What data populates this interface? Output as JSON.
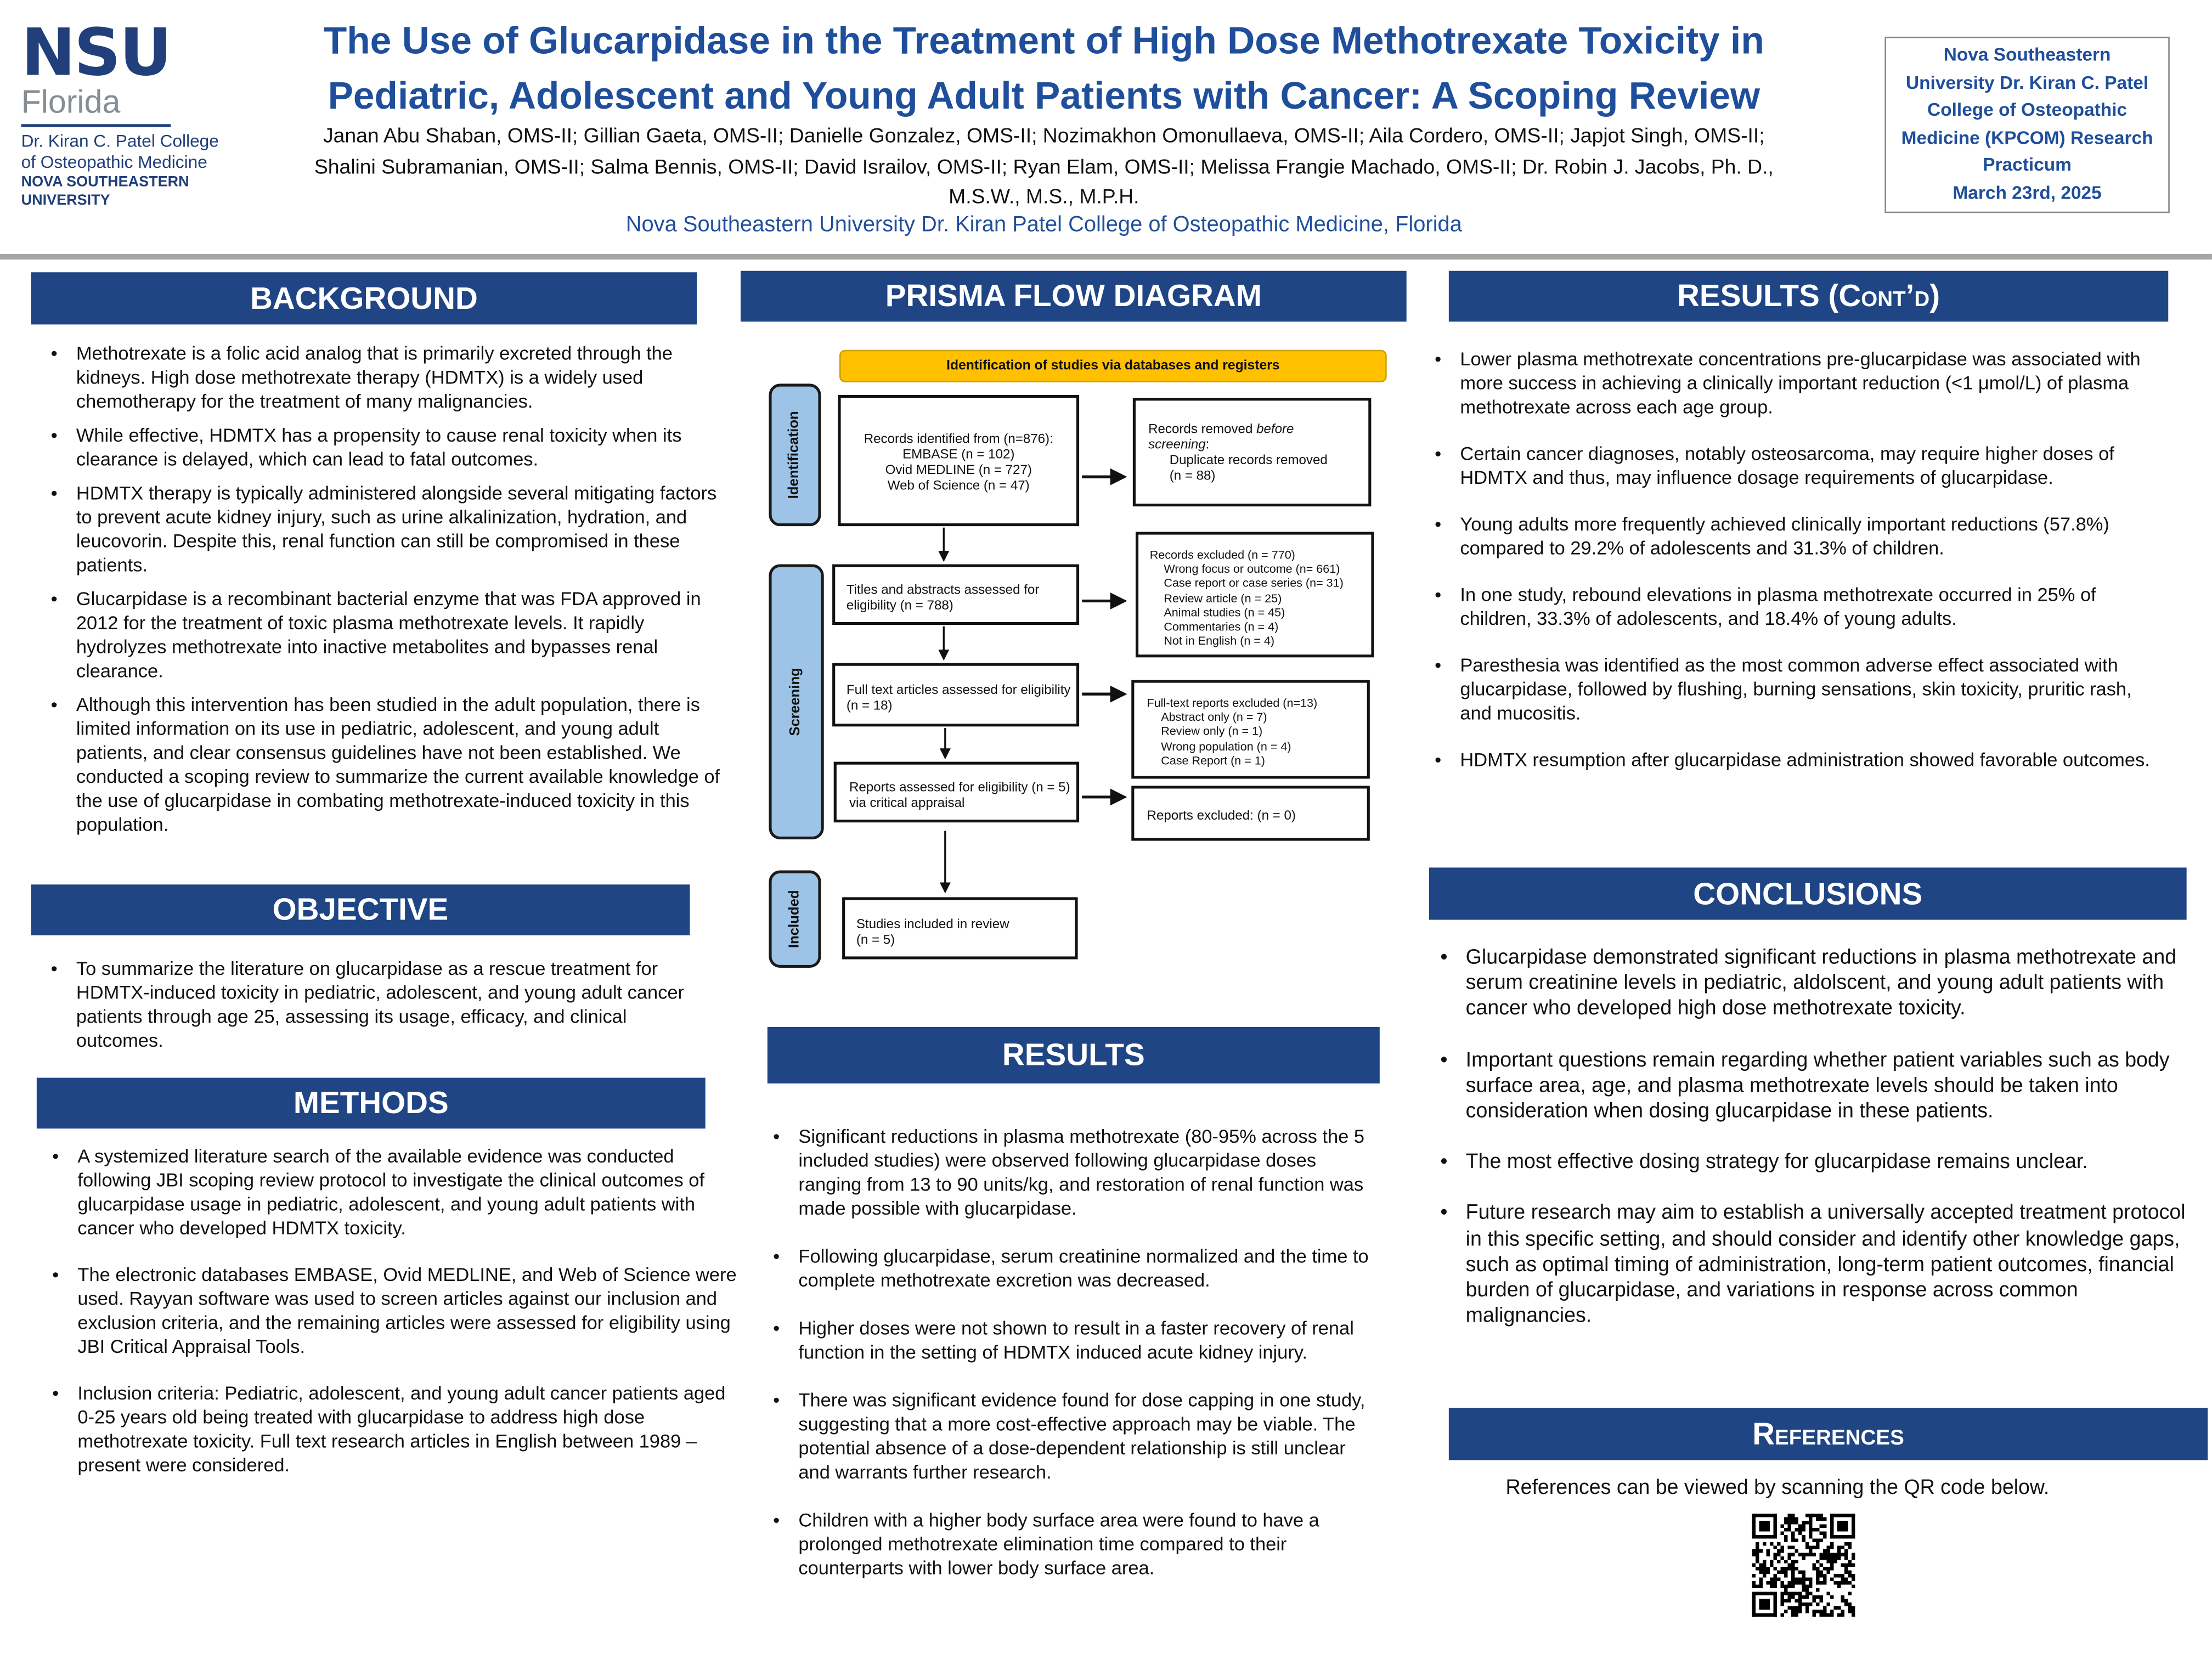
{
  "logo": {
    "nsu": "NSU",
    "florida": "Florida",
    "college_lines": [
      "Dr. Kiran C. Patel College",
      "of Osteopathic Medicine"
    ],
    "university_lines": [
      "NOVA SOUTHEASTERN",
      "UNIVERSITY"
    ]
  },
  "header": {
    "title_lines": [
      "The Use of Glucarpidase in the Treatment of High Dose Methotrexate Toxicity in",
      "Pediatric, Adolescent and Young Adult Patients with Cancer: A Scoping Review"
    ],
    "authors_lines": [
      "Janan Abu Shaban, OMS-II; Gillian Gaeta, OMS-II; Danielle Gonzalez, OMS-II; Nozimakhon Omonullaeva, OMS-II; Aila Cordero, OMS-II; Japjot Singh, OMS-II;",
      "Shalini Subramanian, OMS-II; Salma Bennis, OMS-II; David Israilov, OMS-II; Ryan Elam, OMS-II; Melissa Frangie Machado, OMS-II; Dr. Robin J. Jacobs, Ph. D.,",
      "M.S.W., M.S., M.P.H."
    ],
    "affiliation": "Nova Southeastern University Dr. Kiran Patel College of Osteopathic Medicine, Florida",
    "info_lines": [
      "Nova Southeastern",
      "University Dr. Kiran C. Patel",
      "College of Osteopathic",
      "Medicine (KPCOM) Research",
      "Practicum",
      "March 23rd, 2025"
    ]
  },
  "background": {
    "title": "BACKGROUND",
    "bullets": [
      "Methotrexate is a folic acid analog that is primarily excreted through the kidneys. High dose methotrexate therapy (HDMTX) is a widely used chemotherapy for the treatment of many malignancies.",
      "While effective, HDMTX has a propensity to cause renal toxicity when its clearance is delayed, which can lead to fatal outcomes.",
      "HDMTX therapy is typically administered alongside several mitigating factors to prevent acute kidney injury, such as urine alkalinization, hydration, and leucovorin. Despite this, renal function can still be compromised in these patients.",
      "Glucarpidase is a recombinant bacterial enzyme that was FDA approved in 2012 for the treatment of toxic plasma methotrexate levels. It rapidly hydrolyzes methotrexate into inactive metabolites and bypasses renal clearance.",
      "Although this intervention has been studied in the adult population, there is limited information on its use in pediatric, adolescent, and young adult patients, and clear consensus guidelines have not been established. We conducted a scoping review to summarize the current available knowledge of the use of glucarpidase in combating methotrexate-induced toxicity in this population."
    ]
  },
  "objective": {
    "title": "OBJECTIVE",
    "bullets": [
      "To summarize the literature on glucarpidase as a rescue treatment for HDMTX-induced toxicity in pediatric, adolescent, and young adult cancer patients through age 25, assessing its usage, efficacy, and clinical outcomes."
    ]
  },
  "methods": {
    "title": "METHODS",
    "bullets": [
      "A systemized literature search of the available evidence was conducted following JBI scoping review protocol to investigate the clinical outcomes of glucarpidase usage in pediatric, adolescent, and young adult patients with cancer who developed HDMTX toxicity.",
      "The electronic databases EMBASE, Ovid MEDLINE, and Web of Science were used. Rayyan software was used to screen articles against our inclusion and exclusion criteria, and the remaining articles were assessed for eligibility using JBI Critical Appraisal Tools.",
      "Inclusion criteria: Pediatric, adolescent, and young adult cancer patients aged 0-25 years old being treated with glucarpidase to address high dose methotrexate toxicity. Full text research articles in English between 1989 – present were considered."
    ]
  },
  "prisma": {
    "title": "PRISMA FLOW DIAGRAM",
    "banner": "Identification of studies via databases and registers",
    "phases": [
      "Identification",
      "Screening",
      "Included"
    ],
    "identified": [
      "Records identified from (n=876):",
      "EMBASE (n = 102)",
      "Ovid MEDLINE (n = 727)",
      "Web of Science (n = 47)"
    ],
    "removed": {
      "line1": "Records removed ",
      "line1_em": "before",
      "line2_em": "screening",
      "line2_tail": ":",
      "items": [
        "Duplicate records removed",
        "(n = 88)"
      ]
    },
    "titles": "Titles and abstracts assessed for eligibility (n = 788)",
    "excluded": {
      "head": "Records excluded (n = 770)",
      "items": [
        "Wrong focus or outcome (n= 661)",
        "Case report or case series (n= 31)",
        "Review article (n = 25)",
        "Animal studies (n = 45)",
        "Commentaries (n = 4)",
        "Not in English (n = 4)"
      ]
    },
    "fulltext": "Full text articles assessed for eligibility (n = 18)",
    "ft_excluded": {
      "head": "Full-text reports excluded (n=13)",
      "items": [
        "Abstract only (n = 7)",
        "Review only (n = 1)",
        "Wrong population (n = 4)",
        "Case Report (n = 1)"
      ]
    },
    "reports": "Reports assessed for eligibility (n = 5) via critical appraisal",
    "reports_excluded": "Reports excluded: (n = 0)",
    "included": [
      "Studies included in review",
      "(n = 5)"
    ]
  },
  "results": {
    "title": "RESULTS",
    "bullets": [
      "Significant reductions in plasma methotrexate (80-95% across the 5 included studies) were observed following glucarpidase doses ranging from 13 to 90 units/kg, and restoration of renal function was made possible with glucarpidase.",
      "Following glucarpidase, serum creatinine normalized and the time to complete methotrexate excretion was decreased.",
      "Higher doses were not shown to result in a faster recovery of renal function in the setting of HDMTX induced acute kidney injury.",
      "There was significant evidence found for dose capping in one study, suggesting that a more cost-effective approach may be viable. The potential absence of a dose-dependent relationship is still unclear and warrants further research.",
      "Children with a higher body surface area were found to have a prolonged methotrexate elimination time compared to their counterparts with lower body surface area."
    ]
  },
  "results_contd": {
    "title": "RESULTS (Cont’d)",
    "bullets": [
      "Lower plasma methotrexate concentrations pre-glucarpidase was associated with more success in achieving a clinically important reduction (<1 μmol/L) of plasma methotrexate across each age group.",
      "Certain cancer diagnoses, notably osteosarcoma, may require higher doses of HDMTX and thus, may influence dosage requirements of glucarpidase.",
      "Young adults more frequently achieved clinically important reductions (57.8%) compared to 29.2% of adolescents and 31.3% of children.",
      "In one study, rebound elevations in plasma methotrexate occurred in 25% of children, 33.3% of adolescents, and 18.4% of young adults.",
      "Paresthesia was identified as the most common adverse effect associated with glucarpidase, followed by flushing, burning sensations, skin toxicity, pruritic rash, and mucositis.",
      "HDMTX resumption after glucarpidase administration showed favorable outcomes."
    ]
  },
  "conclusions": {
    "title": "CONCLUSIONS",
    "bullets": [
      "Glucarpidase demonstrated significant reductions in plasma methotrexate and serum creatinine levels in pediatric, aldolscent, and young adult patients with cancer who developed high dose methotrexate toxicity.",
      "Important questions remain regarding whether patient variables such as body surface area, age, and plasma methotrexate levels should be taken into consideration when dosing glucarpidase in these patients.",
      "The most effective dosing strategy for glucarpidase remains unclear.",
      "Future research may aim to establish a universally accepted treatment protocol in this specific setting, and should consider and identify other knowledge gaps, such as optimal timing of administration, long-term patient outcomes, financial burden of glucarpidase, and variations in response across common malignancies."
    ]
  },
  "references": {
    "title": "References",
    "text": "References can be viewed by scanning the QR code below."
  },
  "colors": {
    "header_blue": "#1f4585",
    "title_blue": "#1f4e9b",
    "phase_blue": "#9dc3e6",
    "banner_yellow": "#ffc000"
  }
}
